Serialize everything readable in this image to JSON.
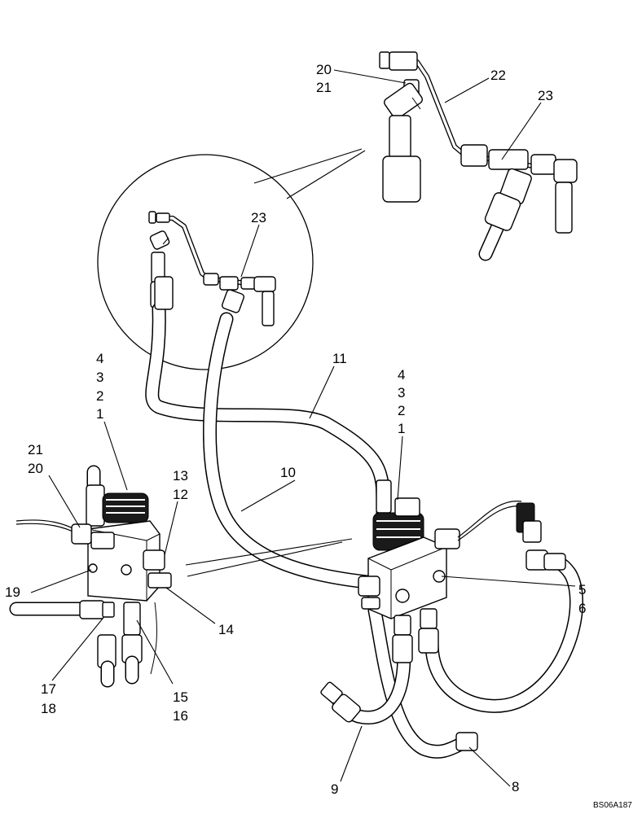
{
  "drawing_code": "BS06A187",
  "callouts": {
    "c1": "1",
    "c2": "2",
    "c3": "3",
    "c4": "4",
    "c5": "5",
    "c6": "6",
    "c8": "8",
    "c9": "9",
    "c10": "10",
    "c11": "11",
    "c12": "12",
    "c13": "13",
    "c14": "14",
    "c15": "15",
    "c16": "16",
    "c17": "17",
    "c18": "18",
    "c19": "19",
    "c20": "20",
    "c21": "21",
    "c22": "22",
    "c23": "23"
  }
}
